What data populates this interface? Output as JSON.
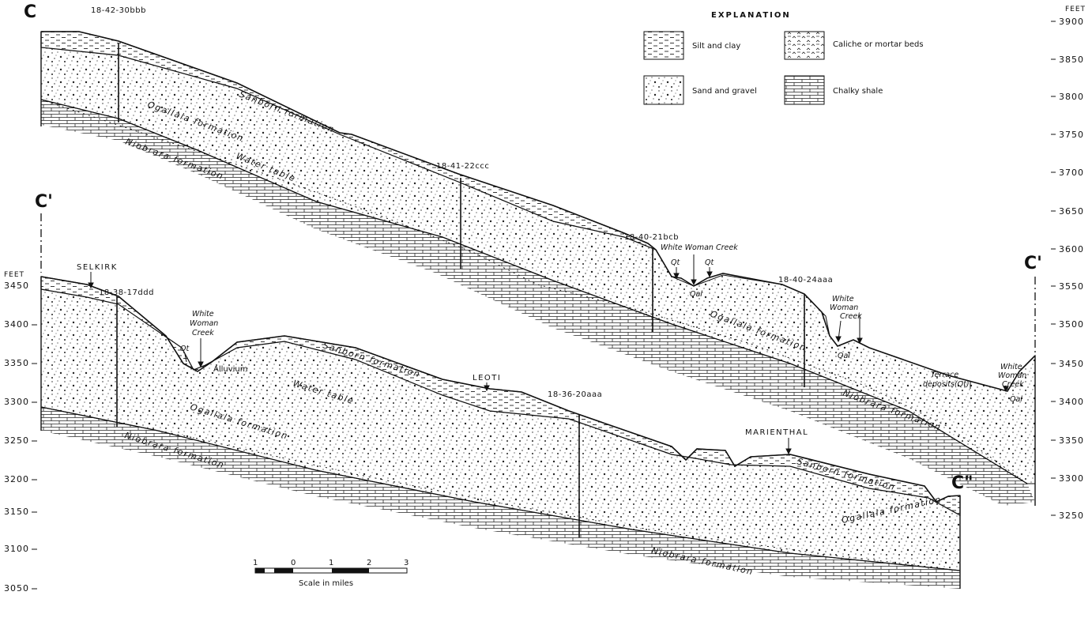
{
  "section_labels": {
    "c": "C",
    "c_prime_left": "C'",
    "c_prime_right": "C'",
    "c_double_prime": "C\""
  },
  "left_axis": {
    "unit": "FEET",
    "ticks": [
      "3450",
      "3400",
      "3350",
      "3300",
      "3250",
      "3200",
      "3150",
      "3100",
      "3050"
    ]
  },
  "right_axis": {
    "unit": "FEET",
    "ticks": [
      "3900",
      "3850",
      "3800",
      "3750",
      "3700",
      "3650",
      "3600",
      "3550",
      "3500",
      "3450",
      "3400",
      "3350",
      "3300",
      "3250"
    ]
  },
  "explanation": {
    "title": "EXPLANATION",
    "items": [
      {
        "label": "Silt and clay",
        "pattern": "silt-clay"
      },
      {
        "label": "Caliche or mortar beds",
        "pattern": "caliche"
      },
      {
        "label": "Sand and gravel",
        "pattern": "sand-gravel"
      },
      {
        "label": "Chalky shale",
        "pattern": "chalky-shale"
      }
    ]
  },
  "upper_section": {
    "wells": [
      "18-42-30bbb",
      "18-41-22ccc",
      "18-40-21bcb",
      "18-40-24aaa"
    ],
    "formations": {
      "sanborn": "Sanborn formation",
      "ogallala_1": "Ogallala formation",
      "ogallala_2": "Ogallala formation",
      "niobrara_1": "Niobrara formation",
      "niobrara_2": "Niobrara formation",
      "water_table": "Water table"
    },
    "creek_1": "White Woman Creek",
    "creek_2": [
      "White",
      "Woman",
      "Creek"
    ],
    "creek_3": [
      "White",
      "Woman",
      "Creek"
    ],
    "qt": "Qt",
    "qal": "Qal",
    "terrace": [
      "Terrace",
      "deposits(Qt)"
    ]
  },
  "lower_section": {
    "place_selkirk": "SELKIRK",
    "place_leoti": "LEOTI",
    "place_marienthal": "MARIENTHAL",
    "wells": [
      "18-38-17ddd",
      "18-36-20aaa"
    ],
    "creek": [
      "White",
      "Woman",
      "Creek"
    ],
    "qt": "Qt",
    "alluvium": "Alluvium",
    "formations": {
      "sanborn_1": "Sanborn formation",
      "sanborn_2": "Sanborn formation",
      "ogallala_1": "Ogallala formation",
      "ogallala_2": "Ogallala formation",
      "niobrara_1": "Niobrara formation",
      "niobrara_2": "Niobrara formation",
      "water_table": "Water table"
    }
  },
  "scale_bar": {
    "ticks": [
      "1",
      "0",
      "1",
      "2",
      "3"
    ],
    "label": "Scale in miles"
  },
  "colors": {
    "ink": "#111111",
    "paper": "#ffffff"
  }
}
